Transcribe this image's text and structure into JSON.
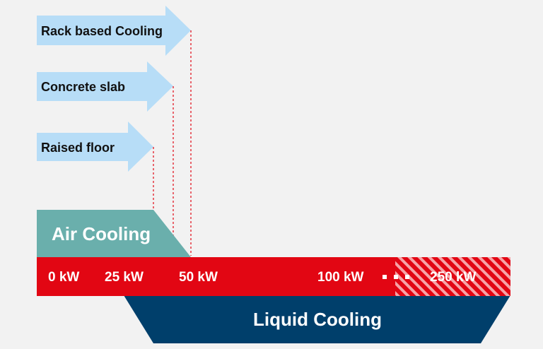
{
  "arrows": [
    {
      "label": "Rack based Cooling"
    },
    {
      "label": "Concrete slab"
    },
    {
      "label": "Raised floor"
    }
  ],
  "air_cooling": {
    "label": "Air Cooling"
  },
  "liquid_cooling": {
    "label": "Liquid Cooling"
  },
  "scale": {
    "ticks": [
      "0 kW",
      "25 kW",
      "50 kW",
      "100 kW",
      "250 kW"
    ]
  },
  "colors": {
    "background": "#f2f2f2",
    "arrow_fill": "#b7ddf7",
    "air_cooling": "#6aafac",
    "scale_bar": "#e20613",
    "liquid_cooling": "#003f6b",
    "dashed_line": "#e20613"
  }
}
